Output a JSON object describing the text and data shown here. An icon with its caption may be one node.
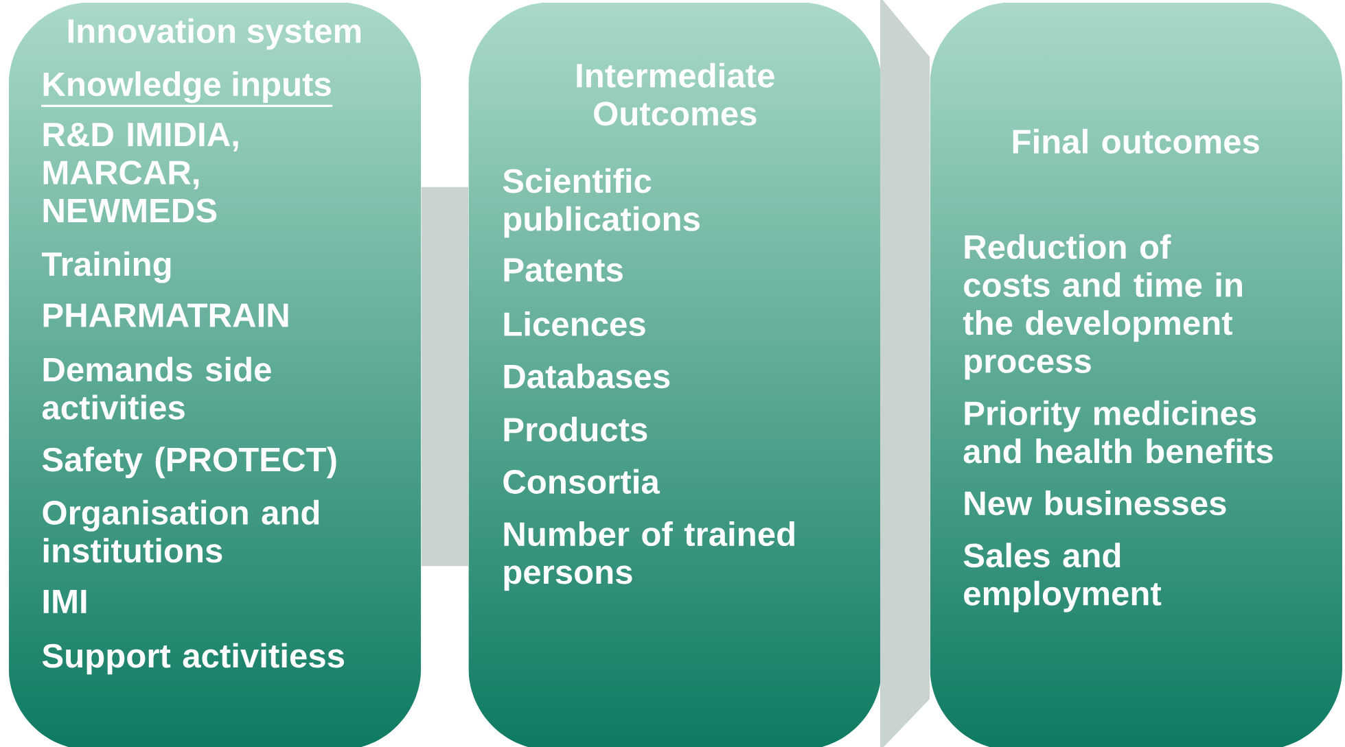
{
  "diagram": {
    "nodes": [
      {
        "text": [
          "Innovation system",
          "Knowledge inputs",
          "R&D IMIDIA, MARCAR, NEWMEDS",
          "Training",
          "PHARMATRAIN",
          "Demands side activities",
          "Safety (PROTECT)",
          "Organisation and institutions",
          "IMI",
          "Support activitiess"
        ]
      },
      {
        "text": [
          "Intermediate Outcomes",
          "Scientific publications",
          "Patents",
          "Licences",
          "Databases",
          "Products",
          "Consortia",
          "Number of trained persons"
        ]
      },
      {
        "text": [
          "Final outcomes",
          "Reduction of costs and time in the development process",
          "Priority medicines and health benefits",
          "New businesses",
          "Sales and employment"
        ]
      }
    ],
    "edges": [
      {
        "from": 0,
        "to": 1,
        "arrow": "none"
      },
      {
        "from": 1,
        "to": 2,
        "arrow": "none"
      }
    ]
  }
}
